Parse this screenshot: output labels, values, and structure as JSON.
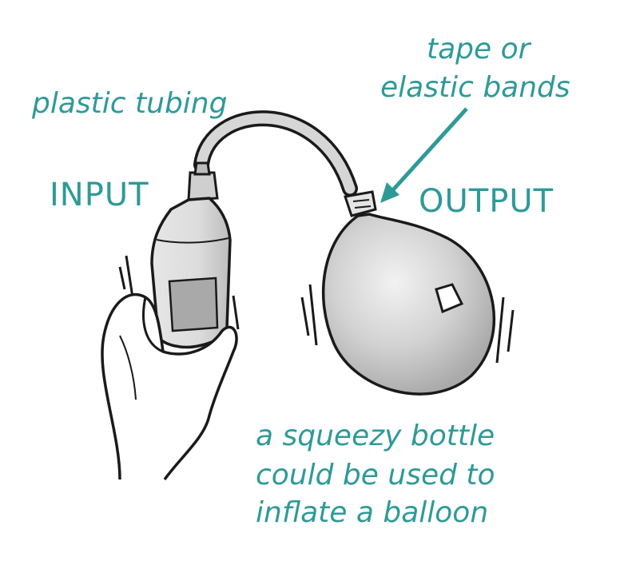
{
  "labels": {
    "plastic_tubing": "plastic tubing",
    "tape_line1": "tape or",
    "tape_line2": "elastic bands",
    "input": "INPUT",
    "output": "OUTPUT",
    "caption_line1": "a squeezy bottle",
    "caption_line2": "could be used to",
    "caption_line3": "inflate a balloon"
  },
  "colors": {
    "label_teal": "#2e9a98",
    "ink": "#1a1a1a",
    "bottle_gray": "#c8c8c8",
    "balloon_gray": "#cfcfcf"
  }
}
